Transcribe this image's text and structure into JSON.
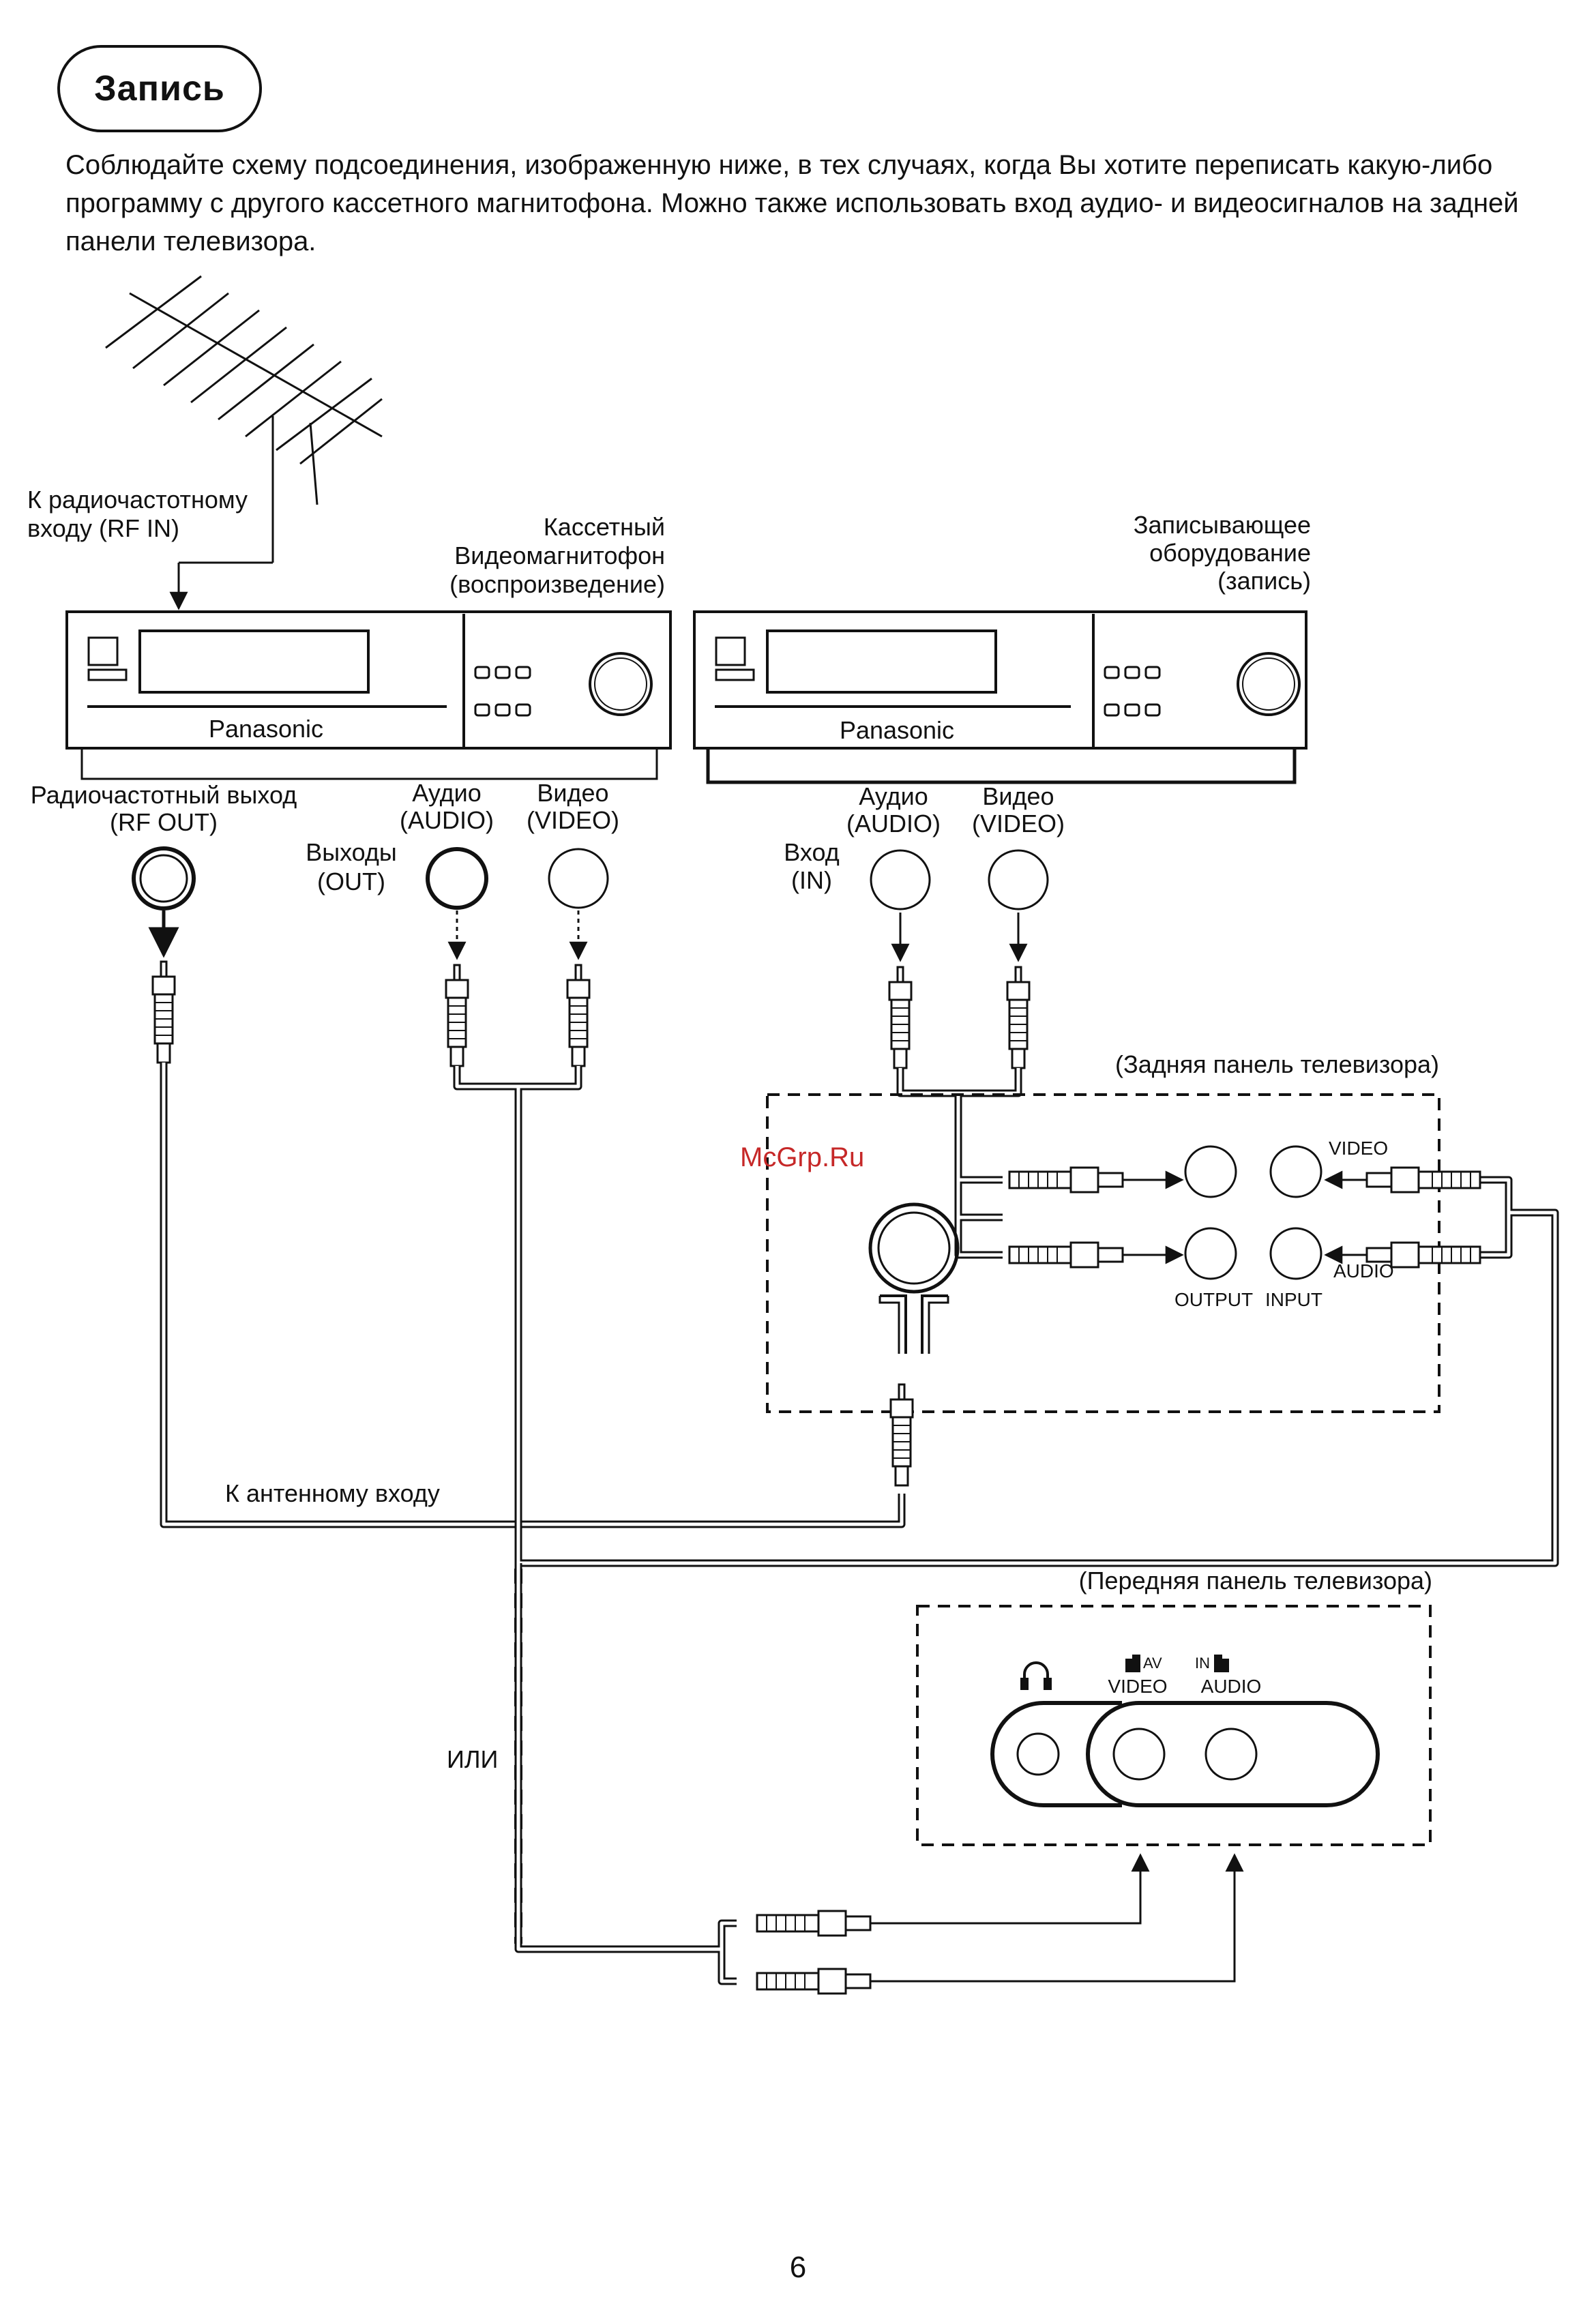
{
  "heading": "Запись",
  "intro_text": "Соблюдайте схему подсоединения, изображенную ниже, в тех случаях, когда Вы хотите переписать какую-либо программу с другого кассетного магнитофона. Можно также использовать вход аудио- и видеосигналов на задней панели телевизора.",
  "labels": {
    "rf_in_1": "К радиочастотному",
    "rf_in_2": "входу (RF IN)",
    "vcr1_1": "Кассетный",
    "vcr1_2": "Видеомагнитофон",
    "vcr1_3": "(воспроизведение)",
    "vcr2_1": "Записывающее",
    "vcr2_2": "оборудование",
    "vcr2_3": "(запись)",
    "brand": "Panasonic",
    "rf_out_1": "Радиочастотный выход",
    "rf_out_2": "(RF OUT)",
    "audio_1": "Аудио",
    "audio_2": "(AUDIO)",
    "video_1": "Видео",
    "video_2": "(VIDEO)",
    "out_1": "Выходы",
    "out_2": "(OUT)",
    "in_1": "Вход",
    "in_2": "(IN)",
    "tv_rear": "(Задняя панель телевизора)",
    "watermark": "McGrp.Ru",
    "panel_video": "VIDEO",
    "panel_audio": "AUDIO",
    "panel_output": "OUTPUT",
    "panel_input": "INPUT",
    "antenna_in": "К антенному входу",
    "tv_front": "(Передняя панель телевизора)",
    "front_av": "AV",
    "front_in": "IN",
    "front_video": "VIDEO",
    "front_audio": "AUDIO",
    "or": "ИЛИ"
  },
  "page_number": "6"
}
